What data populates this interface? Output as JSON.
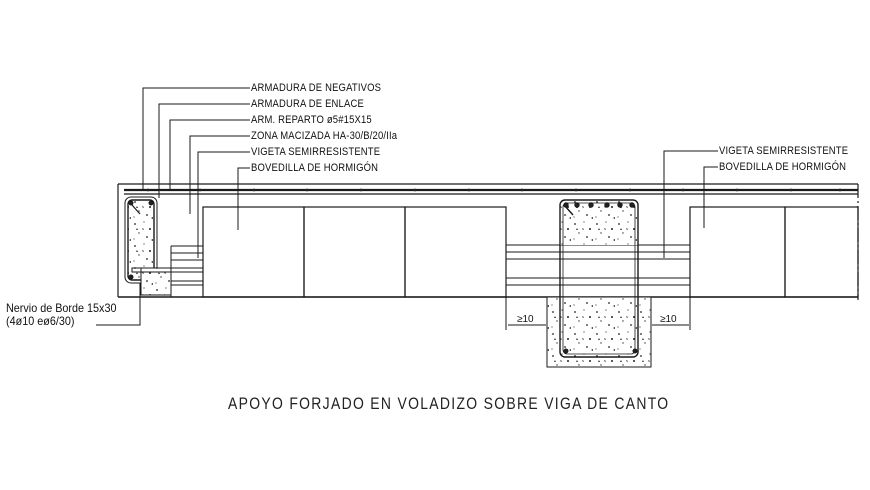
{
  "drawing": {
    "title": "APOYO FORJADO EN VOLADIZO SOBRE VIGA DE CANTO",
    "left_labels": [
      {
        "text": "ARMADURA DE NEGATIVOS"
      },
      {
        "text": "ARMADURA DE ENLACE"
      },
      {
        "text": "ARM. REPARTO ø5#15X15"
      },
      {
        "text": "ZONA MACIZADA HA-30/B/20/IIa"
      },
      {
        "text": "VIGETA SEMIRRESISTENTE"
      },
      {
        "text": "BOVEDILLA DE HORMIGÓN"
      }
    ],
    "right_labels": [
      {
        "text": "VIGETA SEMIRRESISTENTE"
      },
      {
        "text": "BOVEDILLA DE HORMIGÓN"
      }
    ],
    "edge_rib_note": {
      "line1": "Nervio de Borde 15x30",
      "line2": "(4ø10 eø6/30)"
    },
    "dimensions": {
      "left_overlap": "≥10",
      "right_overlap": "≥10"
    },
    "colors": {
      "line": "#1a1a1a",
      "background": "#ffffff",
      "text": "#111111"
    }
  }
}
